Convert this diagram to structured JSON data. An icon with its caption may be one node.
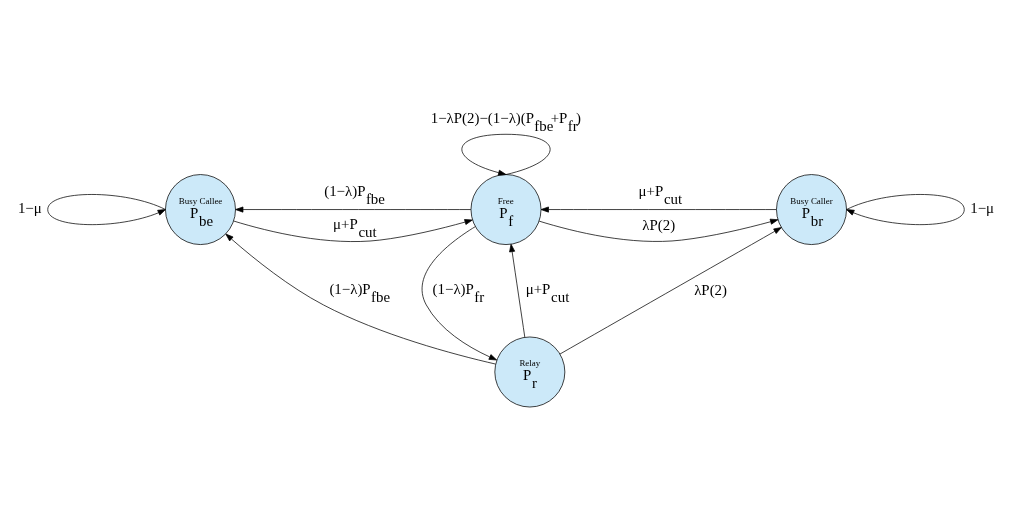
{
  "diagram": {
    "nodes": [
      {
        "text": [
          "Busy Callee",
          "P$_{be}$"
        ]
      },
      {
        "text": [
          "Free",
          "P$_{f}$"
        ]
      },
      {
        "text": [
          "Busy Caller",
          "P$_{br}$"
        ]
      },
      {
        "text": [
          "Relay",
          "P$_{r}$"
        ]
      }
    ],
    "edges": [
      {
        "from": 0,
        "to": 0,
        "arrow": "to",
        "label": "1−μ"
      },
      {
        "from": 1,
        "to": 1,
        "arrow": "to",
        "label": "1−λP(2)−(1−λ)(P$_{fbe}$+P$_{fr}$)"
      },
      {
        "from": 2,
        "to": 2,
        "arrow": "to",
        "label": "1−μ"
      },
      {
        "from": 0,
        "to": 1,
        "arrow": "to",
        "label": "μ+P$_{cut}$"
      },
      {
        "from": 1,
        "to": 0,
        "arrow": "to",
        "label": "(1−λ)P$_{fbe}$"
      },
      {
        "from": 1,
        "to": 2,
        "arrow": "to",
        "label": "λP(2)"
      },
      {
        "from": 2,
        "to": 1,
        "arrow": "to",
        "label": "μ+P$_{cut}$"
      },
      {
        "from": 3,
        "to": 1,
        "arrow": "to",
        "label": "μ+P$_{cut}$"
      },
      {
        "from": 1,
        "to": 3,
        "arrow": "to",
        "label": "(1−λ)P$_{fr}$"
      },
      {
        "from": 3,
        "to": 0,
        "arrow": "to",
        "label": "(1−λ)P$_{fbe}$"
      },
      {
        "from": 3,
        "to": 2,
        "arrow": "to",
        "label": "λP(2)"
      }
    ]
  }
}
